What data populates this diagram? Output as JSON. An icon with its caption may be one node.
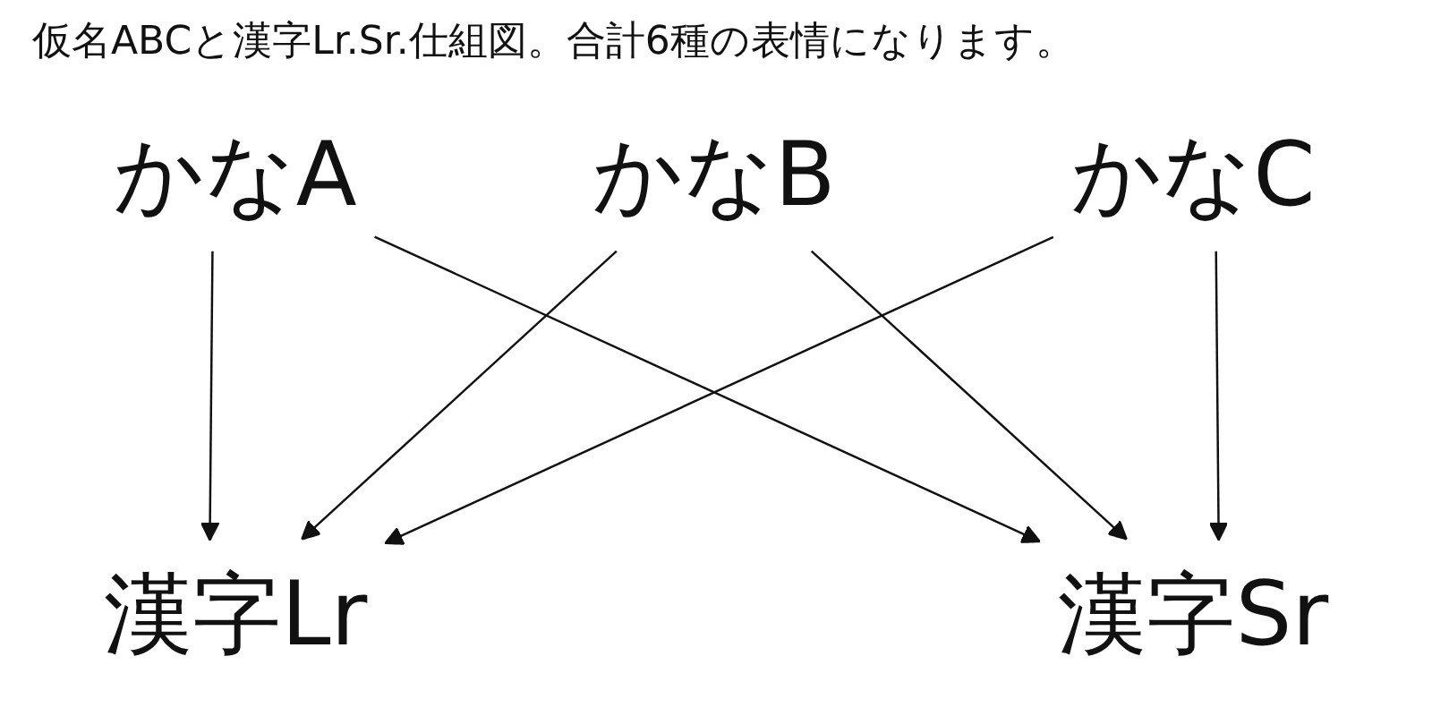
{
  "diagram": {
    "title": "仮名ABCと漢字Lr.Sr.仕組図。合計6種の表情になります。",
    "nodes": [
      {
        "text": [
          "かなA"
        ]
      },
      {
        "text": [
          "かなB"
        ]
      },
      {
        "text": [
          "かなC"
        ]
      },
      {
        "text": [
          "漢字Lr"
        ]
      },
      {
        "text": [
          "漢字Sr"
        ]
      }
    ],
    "edges": [
      {
        "from": 0,
        "to": 3,
        "arrow": "to"
      },
      {
        "from": 0,
        "to": 4,
        "arrow": "to"
      },
      {
        "from": 1,
        "to": 3,
        "arrow": "to"
      },
      {
        "from": 1,
        "to": 4,
        "arrow": "to"
      },
      {
        "from": 2,
        "to": 3,
        "arrow": "to"
      },
      {
        "from": 2,
        "to": 4,
        "arrow": "to"
      }
    ]
  }
}
